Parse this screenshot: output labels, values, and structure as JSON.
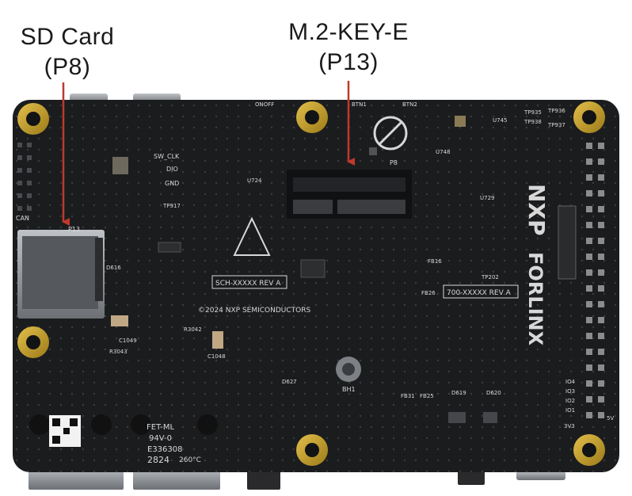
{
  "callouts": {
    "sd_card": {
      "line1": "SD Card",
      "line2": "(P8)"
    },
    "m2_key_e": {
      "line1": "M.2-KEY-E",
      "line2": "(P13)"
    }
  },
  "board": {
    "brand_nxp": "NXP",
    "brand_forlinx": "FORLINX",
    "silkscreen_left_box": "SCH-XXXXX REV A",
    "silkscreen_right_box": "700-XXXXX REV A",
    "copyright": "©2024 NXP SEMICONDUCTORS",
    "connector_p8": "P8",
    "connector_p13": "P13",
    "fet_label": "FET-ML",
    "rating": "94V-0",
    "lot": "E336308",
    "date_code": "2824",
    "temp": "260°C",
    "labels": {
      "onoff": "ONOFF",
      "btn1": "BTN1",
      "btn2": "BTN2",
      "sw_clk": "SW_CLK",
      "dio": "DIO",
      "gnd": "GND",
      "can": "CAN",
      "bh1": "BH1",
      "c1049": "C1049",
      "c1048": "C1048",
      "r3042": "R3042",
      "r3043": "R3043",
      "d627": "D627",
      "d616": "D616",
      "d619": "D619",
      "d620": "D620",
      "tp917": "TP917",
      "tp202": "TP202",
      "tp935": "TP935",
      "tp936": "TP936",
      "tp937": "TP937",
      "tp938": "TP938",
      "u745": "U745",
      "u748": "U748",
      "u729": "U729",
      "u724": "U724",
      "fb16": "FB16",
      "fb26": "FB26",
      "fb31": "FB31",
      "fb25": "FB25",
      "io1": "IO1",
      "io2": "IO2",
      "io3": "IO3",
      "io4": "IO4",
      "v33": "3V3",
      "v5": "5V"
    }
  },
  "colors": {
    "pcb": "#1b1c1e",
    "pad_gold": "#c9a227",
    "arrow": "#c0392b",
    "silkscreen": "#d8d8d8"
  }
}
